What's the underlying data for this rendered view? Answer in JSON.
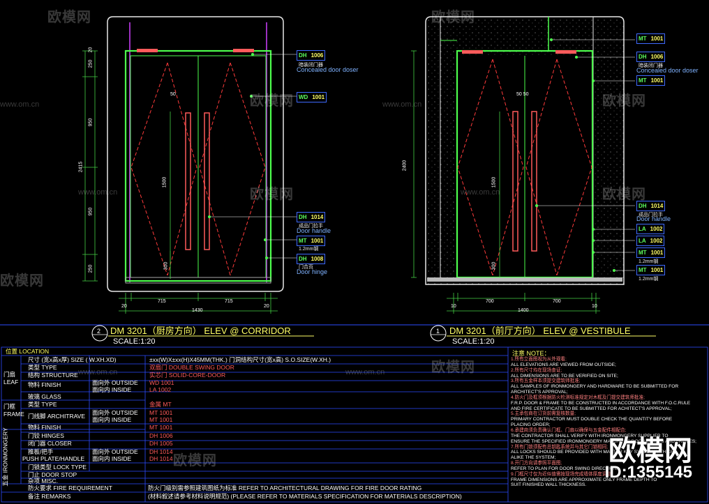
{
  "watermark": {
    "brand": "欧模网",
    "domain": "www.om.cn",
    "id": "ID:1355145"
  },
  "left_elev": {
    "number": "2",
    "title": "DM 3201（厨房方向） ELEV  @ CORRIDOR",
    "scale": "SCALE:1:20",
    "dims_h": [
      "20",
      "715",
      "715",
      "20",
      "1430"
    ],
    "dims_v": [
      "20",
      "250",
      "950",
      "2415",
      "950",
      "250",
      "1500",
      "300",
      "50"
    ],
    "tags": [
      {
        "code": "DH",
        "num": "1006",
        "sub": "暗装闭门器",
        "en": "Concealed door doser"
      },
      {
        "code": "WD",
        "num": "1001",
        "sub": "",
        "en": ""
      },
      {
        "code": "DH",
        "num": "1014",
        "sub": "成品门拉手",
        "en": "Door handle"
      },
      {
        "code": "MT",
        "num": "1001",
        "sub": "1.2mm钢",
        "en": ""
      },
      {
        "code": "DH",
        "num": "1008",
        "sub": "门合页",
        "en": "Door hinge"
      }
    ]
  },
  "right_elev": {
    "number": "1",
    "title": "DM 3201（前厅方向） ELEV  @  VESTIBULE",
    "scale": "SCALE:1:20",
    "dims_h": [
      "10",
      "700",
      "700",
      "10",
      "1400"
    ],
    "dims_v": [
      "2400",
      "1500",
      "300",
      "50 50"
    ],
    "tags": [
      {
        "code": "MT",
        "num": "1001",
        "sub": "",
        "en": ""
      },
      {
        "code": "DH",
        "num": "1006",
        "sub": "暗装闭门器",
        "en": "Concealed door doser"
      },
      {
        "code": "MT",
        "num": "1001",
        "sub": "",
        "en": ""
      },
      {
        "code": "DH",
        "num": "1014",
        "sub": "成品门拉手",
        "en": "Door handle"
      },
      {
        "code": "LA",
        "num": "1002",
        "sub": "",
        "en": ""
      },
      {
        "code": "LA",
        "num": "1002",
        "sub": "",
        "en": ""
      },
      {
        "code": "MT",
        "num": "1001",
        "sub": "1.2mm钢",
        "en": ""
      },
      {
        "code": "MT",
        "num": "1001",
        "sub": "1.2mm钢",
        "en": ""
      }
    ]
  },
  "schedule": {
    "location": "位置 LOCATION",
    "rows": [
      {
        "group": "门扇 LEAF",
        "label": "尺寸  (宽x高x厚)  SIZE    ( W.XH.XD)",
        "dir": "",
        "value": "±xx(W)X±xx(H)X45MM(THK.)        门洞结构尺寸(宽x高) S.O.SIZE(W.XH.)"
      },
      {
        "group": "",
        "label": "类型    TYPE",
        "dir": "",
        "value": "双扇门  DOUBLE SWING DOOR"
      },
      {
        "group": "",
        "label": "结构    STRUCTURE",
        "dir": "",
        "value": "实芯门  SOLID-CORE-DOOR"
      },
      {
        "group": "",
        "label": "物料    FINISH",
        "dir": "面向外  OUTSIDE",
        "value": "WD 1001"
      },
      {
        "group": "",
        "label": "",
        "dir": "面向内  INSIDE",
        "value": "LA 1002"
      },
      {
        "group": "",
        "label": "玻璃    GLASS",
        "dir": "",
        "value": ""
      },
      {
        "group": "门框 FRAME",
        "label": "类型    TYPE",
        "dir": "",
        "value": "金属   MT"
      },
      {
        "group": "",
        "label": "门线脚  ARCHITRAVE",
        "dir": "面向外  OUTSIDE",
        "value": "MT 1001"
      },
      {
        "group": "",
        "label": "",
        "dir": "面向内  INSIDE",
        "value": "MT 1001"
      },
      {
        "group": "",
        "label": "物料    FINISH",
        "dir": "",
        "value": "MT 1001"
      },
      {
        "group": "五金 IRONMONGERY",
        "label": "门铰    HINGES",
        "dir": "",
        "value": "DH 1006"
      },
      {
        "group": "",
        "label": "闭门器   CLOSER",
        "dir": "",
        "value": "DH 1005"
      },
      {
        "group": "",
        "label": "推板/把手",
        "dir": "面向外  OUTSIDE",
        "value": "DH 1014"
      },
      {
        "group": "",
        "label": "PUSH PLATE/HANDLE",
        "dir": "面向内  INSIDE",
        "value": "DH 1014"
      },
      {
        "group": "",
        "label": "门锁类型    LOCK TYPE",
        "dir": "",
        "value": ""
      },
      {
        "group": "",
        "label": "门止    DOOR STOP",
        "dir": "",
        "value": ""
      },
      {
        "group": "",
        "label": "杂项    MISC.",
        "dir": "",
        "value": ""
      },
      {
        "group": "",
        "label": "防火要求    FIRE REQUIREMENT",
        "dir": "",
        "value": "防火门级别需参照建筑图纸为标准    REFER TO ARCHITECTURAL DRAWING FOR FIRE DOOR RATING"
      },
      {
        "group": "",
        "label": "备注    REMARKS",
        "dir": "",
        "value": "(材料叙述请参考材料说明规范)    (PLEASE REFER TO MATERIALS SPECIFICATION FOR MATERIALS DESCRIPTION)"
      }
    ]
  },
  "notes": {
    "title": "注意 NOTE：",
    "lines": [
      "1.所有立面图视为从外观看;",
      "ALL ELEVATIONS ARE VIEWED FROM OUTSIDE;",
      "2.所有尺寸均在现场查证;",
      "ALL DIMENSIONS ARE TO BE VERIFIED ON SITE;",
      "3.所有五金样本须提交建筑师批准;",
      "ALL SAMPLES OF IRONMONGERY AND HARDWARE TO BE SUBMITTED FOR",
      "ARCHITECT'S APPROVAL;",
      "4.防火门及框须根据防火检测标准规定对木框及门提交建筑师批准;",
      "F.R.P. DOOR & FRAME TO BE CONSTRUCTED IN ACCORDANCE WITH F.O.C.RULE",
      "AND FIRE CERTIFICATE TO BE SUBMITTED FOR  ACHITECT'S APPROVAL;",
      "5.主承包商在订货前需复核数量;",
      "PRIMARY CONTRACTOR MUST DOUBLE CHECK THE QUANTITY BEFORE",
      "PLACING ORDER;",
      "6.承建商须负责确认门框、门扇以确保与五金配件相配合;",
      "THE CONTRACTOR SHALL VERIFY WITH IRONMONGERY SUPPLIER TO",
      "ENSURE THE SPECIFIED IRONMONGERY MATCH THE DOOR LEAVES AND FRAMES;",
      "7.所有门锁须配有总钥匙系统并与其它门锁相同;",
      "ALL LOCKS SHOULD BE PROVIDED WITH MASTER KEY SYSTEM WITH KEY",
      "ALIKE THE SYSTEM;",
      "8.开门方向请参照平面图;",
      "REFER TO PLAN FOR DOOR SWING DIRECTION;",
      "9.门框尺寸仅为近似值需按现场完成墙体厚度调整;",
      "FRAME DIMENSIONS ARE APPROXIMATE ONLY FRAME DEPTH TO",
      "SUIT FINISHED WALL THICKNESS."
    ]
  },
  "colors": {
    "frame": "#4dff4d",
    "dim": "#44d044",
    "red": "#ff3b3b",
    "blue": "#2c4cff",
    "magenta": "#d040ff",
    "title": "#ffff66"
  }
}
